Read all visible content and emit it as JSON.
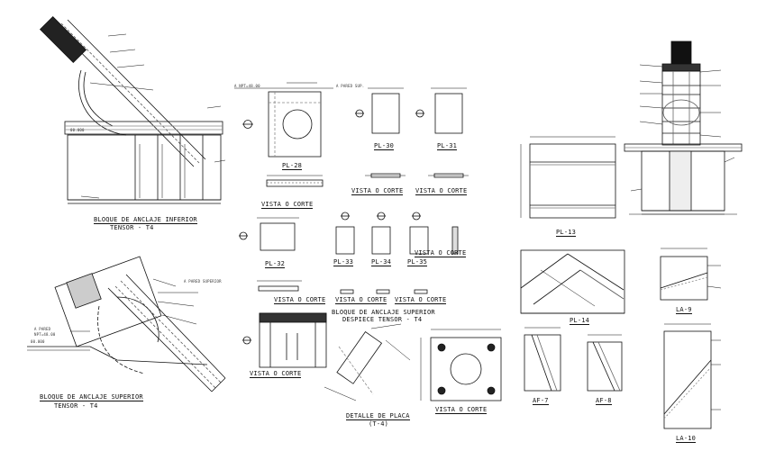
{
  "drawing": {
    "titles": {
      "bloque_inferior": "BLOQUE DE ANCLAJE INFERIOR",
      "tensor_t4_a": "TENSOR - T4",
      "bloque_superior": "BLOQUE DE ANCLAJE SUPERIOR",
      "tensor_t4_b": "TENSOR - T4",
      "bloque_superior_mid_1": "BLOQUE DE ANCLAJE SUPERIOR",
      "bloque_superior_mid_2": "DESPIECE TENSOR - T4",
      "detalle_placa": "DETALLE DE PLACA",
      "detalle_placa_sub": "(T-4)"
    },
    "plates": {
      "pl28": "PL-28",
      "pl30": "PL-30",
      "pl31": "PL-31",
      "pl32": "PL-32",
      "pl33": "PL-33",
      "pl34": "PL-34",
      "pl35": "PL-35",
      "pl13": "PL-13",
      "pl14": "PL-14",
      "la9": "LA-9",
      "la10": "LA-10",
      "af7": "AF-7",
      "af8": "AF-8"
    },
    "views": {
      "vista_a": "VISTA O CORTE",
      "vista_b": "VISTA O CORTE",
      "vista_c": "VISTA O CORTE",
      "vista_d": "VISTA O CORTE",
      "vista_e": "VISTA O CORTE",
      "vista_f": "VISTA O CORTE",
      "vista_g": "VISTA O CORTE",
      "vista_h": "VISTA O CORTE",
      "vista_i": "VISTA O CORTE"
    },
    "notes": {
      "a_npt": "A NPT=48.00",
      "a_pared_sup": "A PARED SUP.",
      "a_pared": "A PARED",
      "npt_left": "NPT=48.00",
      "nivel_left": "00.000",
      "nivel_left2": "00.000",
      "a_pared_superior": "A PARED SUPERIOR"
    }
  }
}
